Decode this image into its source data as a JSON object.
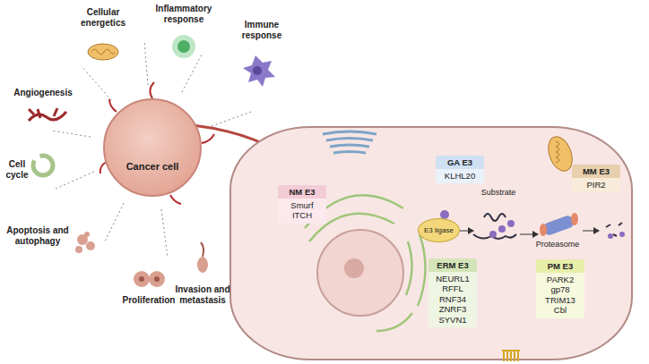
{
  "diagram": {
    "nodes": [
      {
        "text": [
          "Cancer cell"
        ]
      },
      {
        "text": [
          "GA E3",
          "KLHL20"
        ]
      },
      {
        "text": [
          "MM E3",
          "PIR2"
        ]
      },
      {
        "text": [
          "NM E3",
          "Smurf",
          "ITCH"
        ]
      },
      {
        "text": [
          "E3 ligase"
        ]
      },
      {
        "text": [
          "ERM E3",
          "NEURL1",
          "RFFL",
          "RNF34",
          "ZNRF3",
          "SYVN1"
        ]
      },
      {
        "text": [
          "PM E3",
          "PARK2",
          "gp78",
          "TRIM13",
          "Cbl"
        ]
      }
    ],
    "labels": [
      "Cellular energetics",
      "Inflammatory response",
      "Immune response",
      "Angiogenesis",
      "Cell cycle",
      "Apoptosis and autophagy",
      "Proliferation",
      "Invasion and metastasis",
      "Substrate",
      "Proteasome"
    ]
  }
}
